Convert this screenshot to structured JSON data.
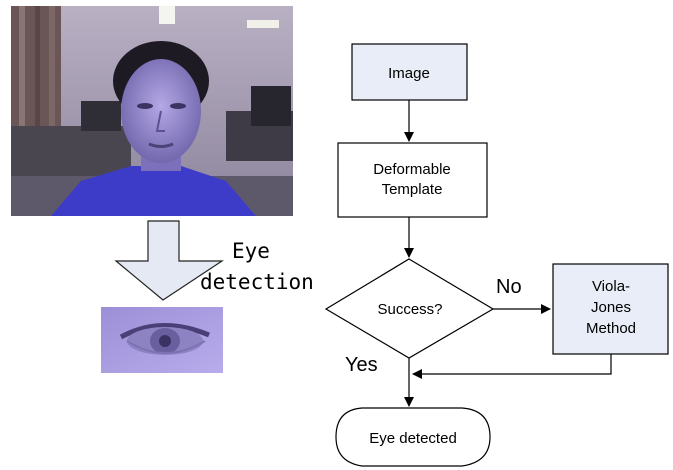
{
  "photo": {
    "subject": "webcam-face-photo"
  },
  "eye_crop": {
    "subject": "detected-eye-crop"
  },
  "eye_detection_label": {
    "line1": "Eye",
    "line2": "detection"
  },
  "flowchart": {
    "image_node": "Image",
    "deformable_node": {
      "line1": "Deformable",
      "line2": "Template"
    },
    "decision_node": "Success?",
    "no_label": "No",
    "yes_label": "Yes",
    "viola_node": {
      "line1": "Viola-",
      "line2": "Jones",
      "line3": "Method"
    },
    "result_node": "Eye detected"
  },
  "colors": {
    "box_fill": "#e8edf7",
    "arrow_fill": "#e4e9f3",
    "stroke": "#000000",
    "photo_bg": "#7a6f9e",
    "shirt": "#3c3cc8"
  }
}
